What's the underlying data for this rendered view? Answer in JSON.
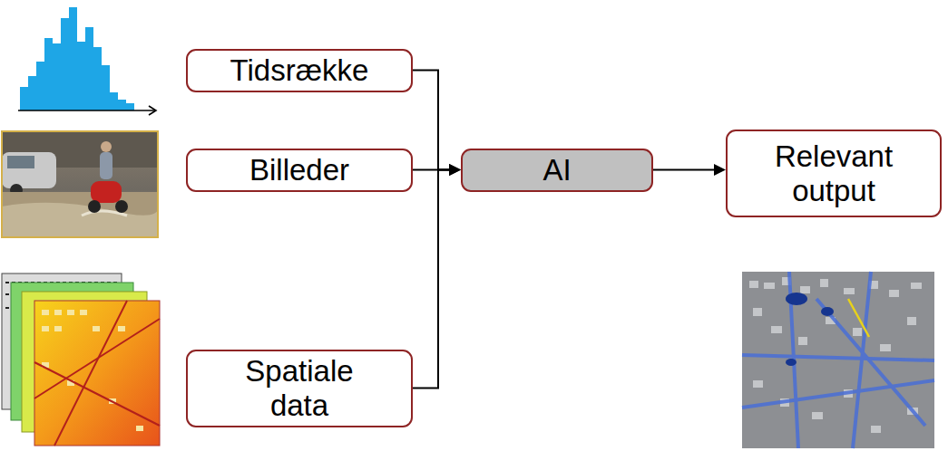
{
  "diagram": {
    "nodes": [
      {
        "text": [
          "Tidsrække"
        ]
      },
      {
        "text": [
          "Billeder"
        ]
      },
      {
        "text": [
          "Spatiale data"
        ]
      },
      {
        "text": [
          "AI"
        ]
      },
      {
        "text": [
          "Relevant output"
        ]
      }
    ],
    "edges": [
      {
        "from": 0,
        "to": 3,
        "arrow": "to"
      },
      {
        "from": 1,
        "to": 3,
        "arrow": "to"
      },
      {
        "from": 2,
        "to": 3,
        "arrow": "to"
      },
      {
        "from": 3,
        "to": 4,
        "arrow": "to"
      }
    ]
  }
}
